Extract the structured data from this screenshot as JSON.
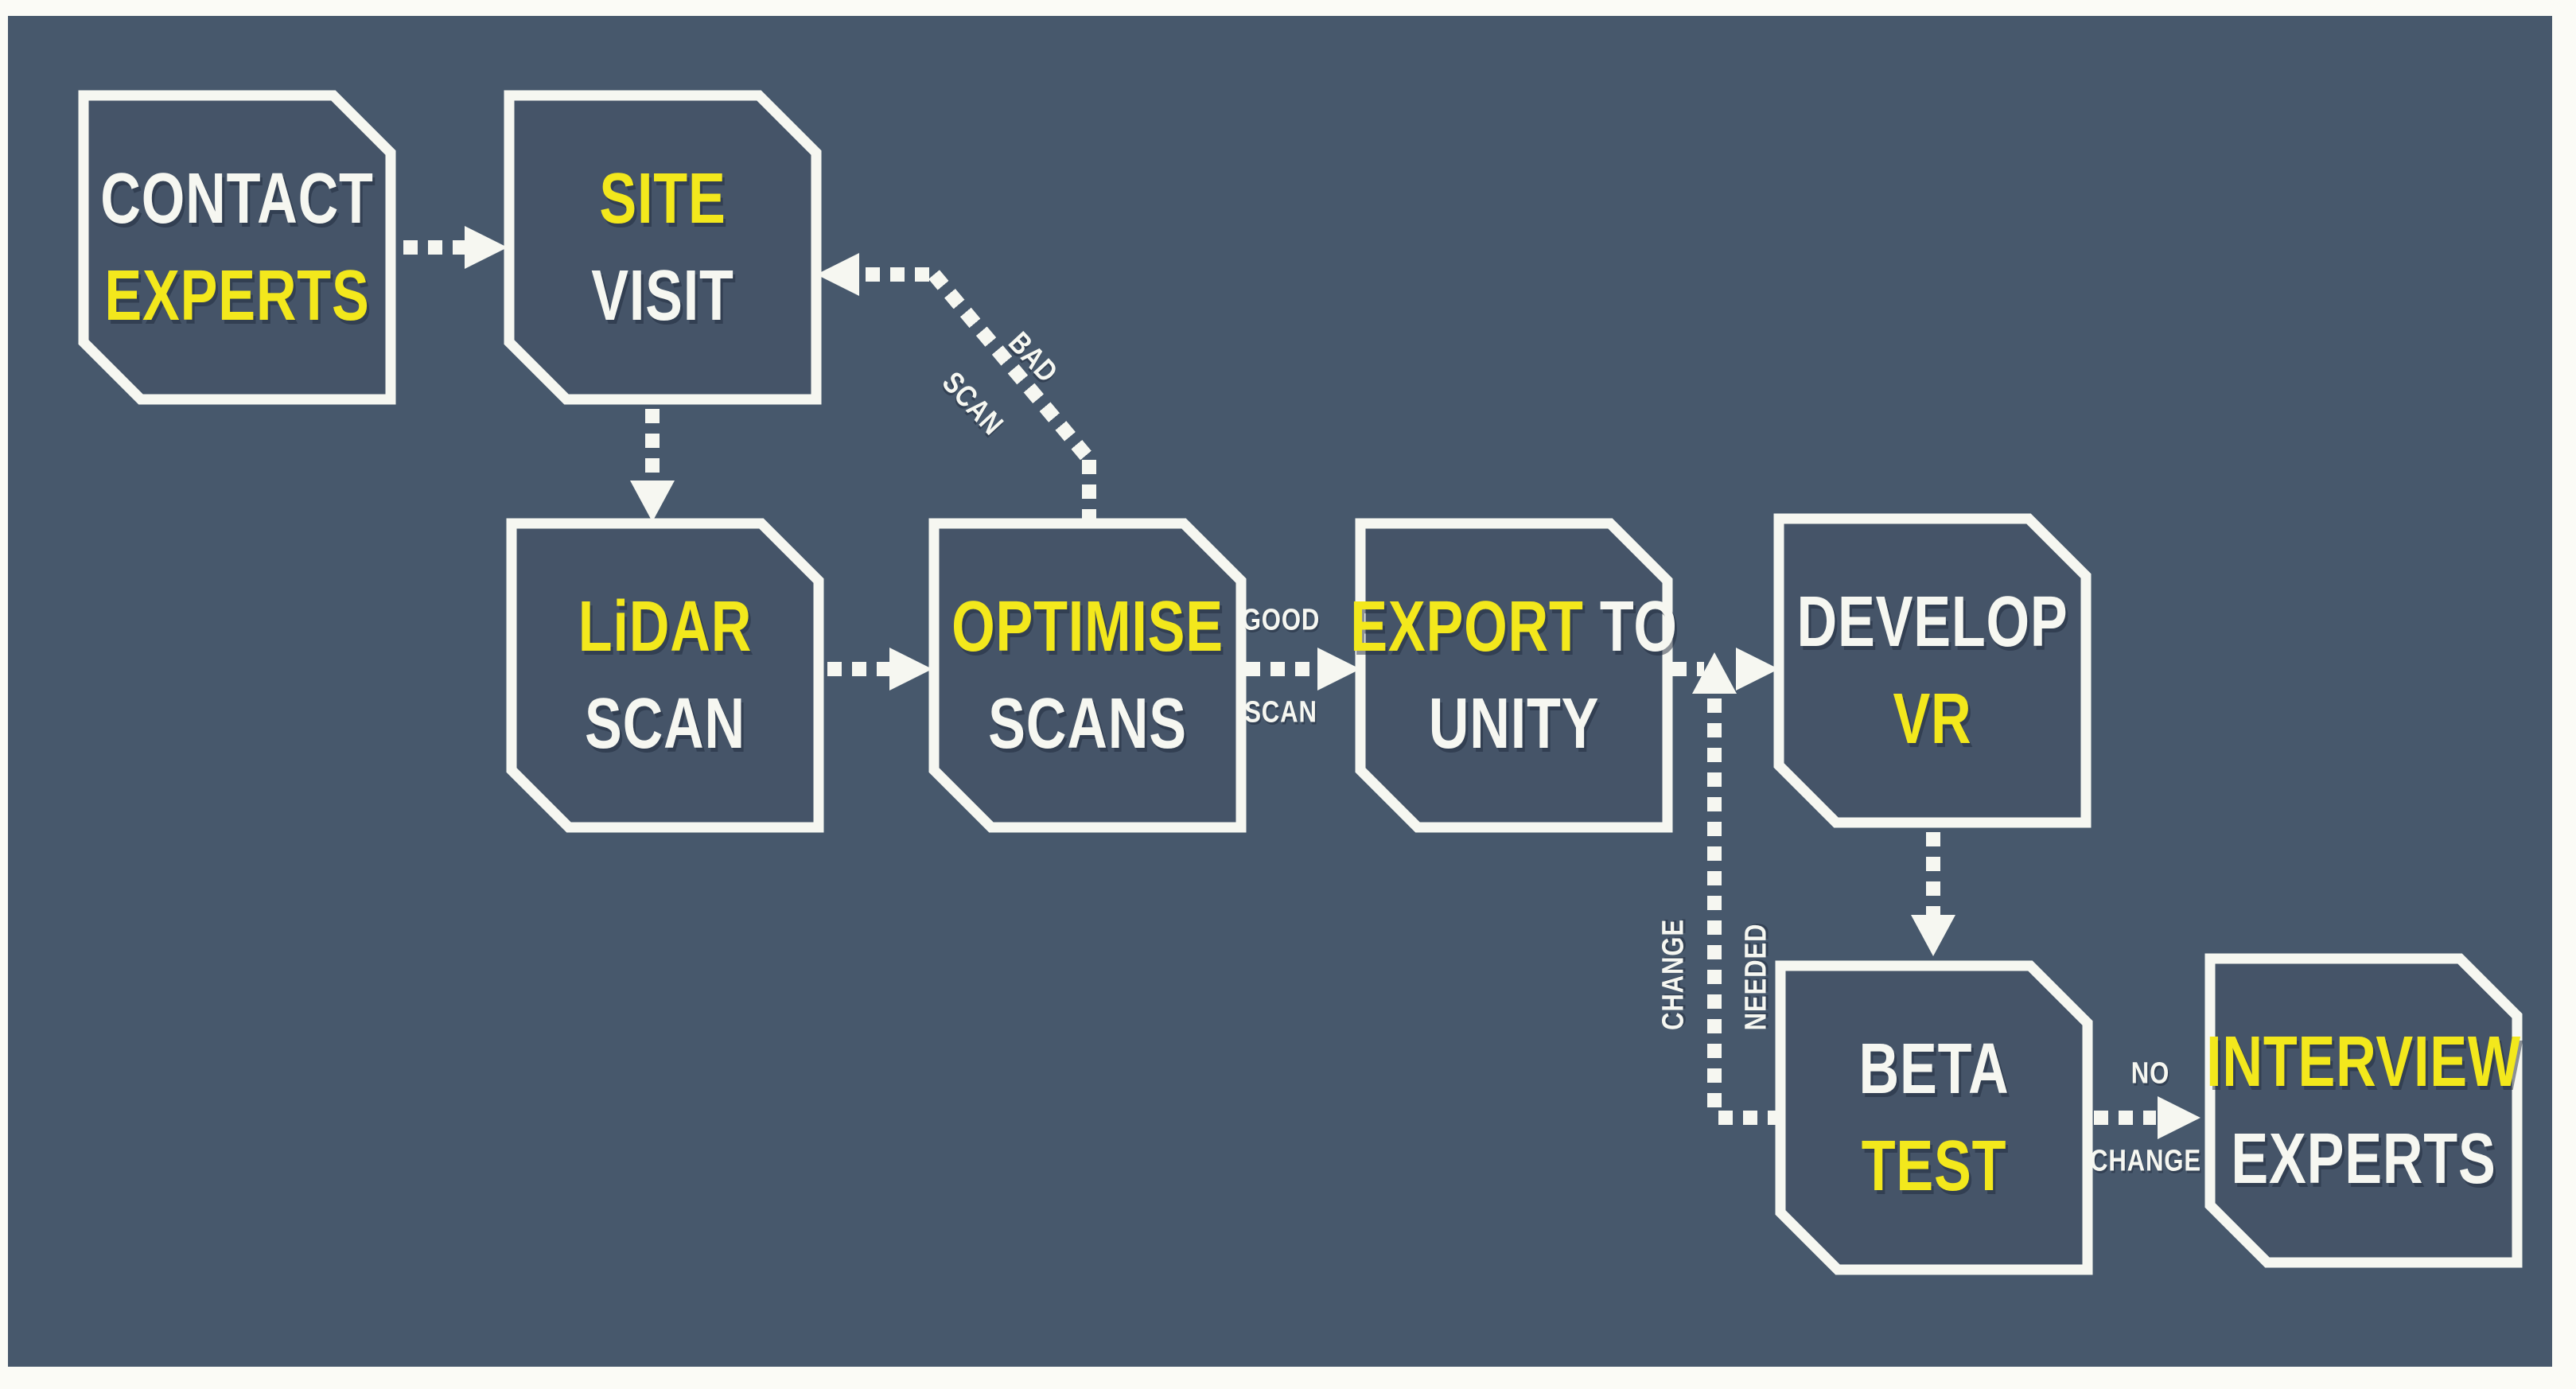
{
  "diagram_type": "flowchart",
  "colors": {
    "page_bg": "#fbfbf6",
    "canvas_bg": "#47586c",
    "node_fill": "#455468",
    "stroke": "#f6f7f1",
    "accent": "#f3e81c",
    "shadow": "rgba(32,42,59,.5)"
  },
  "nodes": [
    {
      "id": "contact-experts",
      "line1": [
        {
          "text": "CONTACT",
          "color": "#f6f7f1"
        }
      ],
      "line2": [
        {
          "text": "EXPERTS",
          "color": "#f3e81c"
        }
      ]
    },
    {
      "id": "site-visit",
      "line1": [
        {
          "text": "SITE",
          "color": "#f3e81c"
        }
      ],
      "line2": [
        {
          "text": "VISIT",
          "color": "#f6f7f1"
        }
      ]
    },
    {
      "id": "lidar-scan",
      "line1": [
        {
          "text": "LiDAR",
          "color": "#f3e81c"
        }
      ],
      "line2": [
        {
          "text": "SCAN",
          "color": "#f6f7f1"
        }
      ]
    },
    {
      "id": "optimise-scans",
      "line1": [
        {
          "text": "OPTIMISE",
          "color": "#f3e81c"
        }
      ],
      "line2": [
        {
          "text": "SCANS",
          "color": "#f6f7f1"
        }
      ]
    },
    {
      "id": "export-to-unity",
      "line1": [
        {
          "text": "EXPORT",
          "color": "#f3e81c"
        },
        {
          "text": " TO",
          "color": "#f6f7f1"
        }
      ],
      "line2": [
        {
          "text": "UNITY",
          "color": "#f6f7f1"
        }
      ]
    },
    {
      "id": "develop-vr",
      "line1": [
        {
          "text": "DEVELOP",
          "color": "#f6f7f1"
        }
      ],
      "line2": [
        {
          "text": "VR",
          "color": "#f3e81c"
        }
      ]
    },
    {
      "id": "beta-test",
      "line1": [
        {
          "text": "BETA",
          "color": "#f6f7f1"
        }
      ],
      "line2": [
        {
          "text": "TEST",
          "color": "#f3e81c"
        }
      ]
    },
    {
      "id": "interview-experts",
      "line1": [
        {
          "text": "INTERVIEW",
          "color": "#f3e81c"
        }
      ],
      "line2": [
        {
          "text": "EXPERTS",
          "color": "#f6f7f1"
        }
      ]
    }
  ],
  "edge_labels": {
    "good_scan_top": "GOOD",
    "good_scan_bottom": "SCAN",
    "bad_scan_top": "BAD",
    "bad_scan_bottom": "SCAN",
    "no_change_top": "NO",
    "no_change_bottom": "CHANGE",
    "change_needed_left": "CHANGE",
    "change_needed_right": "NEEDED"
  },
  "edges": [
    {
      "from": "contact-experts",
      "to": "site-visit",
      "label": ""
    },
    {
      "from": "site-visit",
      "to": "lidar-scan",
      "label": ""
    },
    {
      "from": "lidar-scan",
      "to": "optimise-scans",
      "label": ""
    },
    {
      "from": "optimise-scans",
      "to": "export-to-unity",
      "label": "GOOD SCAN"
    },
    {
      "from": "optimise-scans",
      "to": "site-visit",
      "label": "BAD SCAN"
    },
    {
      "from": "export-to-unity",
      "to": "develop-vr",
      "label": ""
    },
    {
      "from": "develop-vr",
      "to": "beta-test",
      "label": ""
    },
    {
      "from": "beta-test",
      "to": "develop-vr",
      "label": "CHANGE NEEDED"
    },
    {
      "from": "beta-test",
      "to": "interview-experts",
      "label": "NO CHANGE"
    }
  ]
}
